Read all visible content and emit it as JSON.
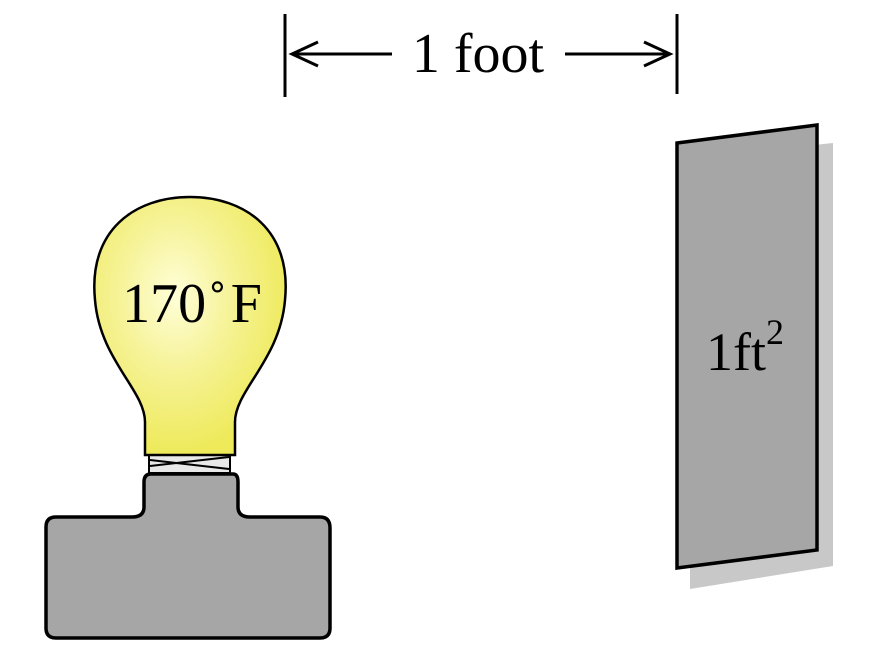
{
  "distance": {
    "label": "1 foot"
  },
  "bulb": {
    "temperature_value": "170",
    "degree_symbol": "˚",
    "unit": "F",
    "color": "#eeea5a",
    "highlight_color": "#ffffd8"
  },
  "plate": {
    "area_base": "1ft",
    "area_exponent": "2",
    "color": "#a6a6a6",
    "shadow_color": "#c8c8c8"
  },
  "lamp_base": {
    "color": "#a6a6a6"
  }
}
